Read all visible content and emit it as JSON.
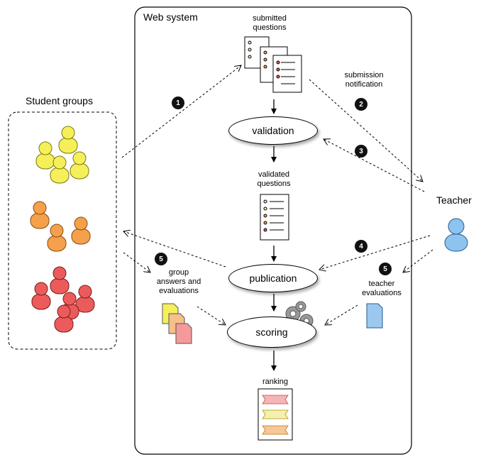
{
  "web_system": {
    "title": "Web system"
  },
  "student_groups": {
    "title": "Student groups"
  },
  "teacher": {
    "label": "Teacher"
  },
  "labels": {
    "submitted_questions": "submitted\nquestions",
    "submission_notification": "submission\nnotification",
    "validated_questions": "validated\nquestions",
    "group_answers": "group\nanswers and\nevaluations",
    "teacher_evaluations": "teacher\nevaluations",
    "ranking": "ranking"
  },
  "processes": {
    "validation": "validation",
    "publication": "publication",
    "scoring": "scoring"
  },
  "steps": [
    "1",
    "2",
    "3",
    "4",
    "5",
    "5"
  ],
  "colors": {
    "yellow": "#f5ef5a",
    "orange": "#f5a04a",
    "red": "#ec5b5b",
    "blue": "#8cc4ef"
  }
}
